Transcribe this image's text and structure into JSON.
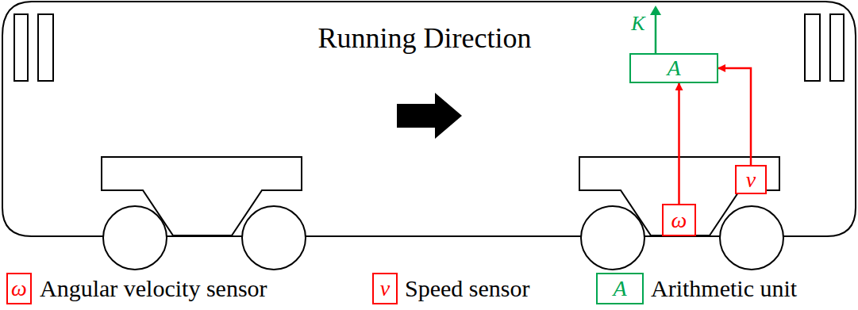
{
  "diagram": {
    "nodes": [
      {
        "text": [
          "A"
        ]
      },
      {
        "text": [
          "v"
        ]
      },
      {
        "text": [
          "ω"
        ]
      }
    ],
    "edges": [
      {
        "from": 2,
        "to": 0,
        "arrow": "to"
      },
      {
        "from": 1,
        "to": 0,
        "arrow": "to"
      }
    ],
    "labels": [
      "Running Direction",
      "K",
      "ω",
      "v",
      "A"
    ],
    "legend": [
      {
        "text": "Angular velocity sensor"
      },
      {
        "text": "Speed sensor"
      },
      {
        "text": "Arithmetic unit"
      }
    ]
  }
}
